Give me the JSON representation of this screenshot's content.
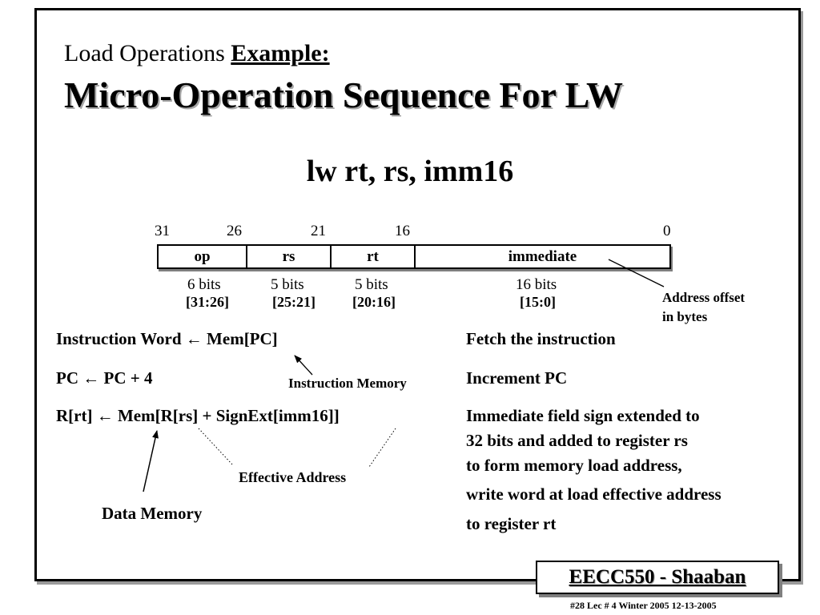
{
  "title": {
    "prefix": "Load Operations ",
    "example": "Example:",
    "main": "Micro-Operation Sequence For  LW"
  },
  "instruction_format": "lw rt, rs, imm16",
  "bit_positions": [
    "31",
    "26",
    "21",
    "16",
    "0"
  ],
  "fields": [
    {
      "name": "op",
      "bits": "6 bits",
      "range": "[31:26]"
    },
    {
      "name": "rs",
      "bits": "5 bits",
      "range": "[25:21]"
    },
    {
      "name": "rt",
      "bits": "5 bits",
      "range": "[20:16]"
    },
    {
      "name": "immediate",
      "bits": "16 bits",
      "range": "[15:0]"
    }
  ],
  "address_offset_note": [
    "Address offset",
    "in bytes"
  ],
  "steps": [
    {
      "micro_op": "Instruction Word   ←    Mem[PC]",
      "description": [
        "Fetch the instruction"
      ]
    },
    {
      "micro_op": "PC  ←  PC + 4",
      "description": [
        "Increment PC"
      ]
    },
    {
      "micro_op": "R[rt]  ←  Mem[R[rs] + SignExt[imm16]]",
      "description": [
        "Immediate field sign extended to",
        "32 bits and added to register  rs",
        "to form memory load address,",
        "write word at load effective address",
        "to register  rt"
      ]
    }
  ],
  "annotations": {
    "instruction_memory": "Instruction Memory",
    "effective_address": "Effective Address",
    "data_memory": "Data Memory"
  },
  "footer": {
    "badge": "EECC550 - Shaaban",
    "meta": "#28   Lec # 4   Winter 2005   12-13-2005"
  }
}
